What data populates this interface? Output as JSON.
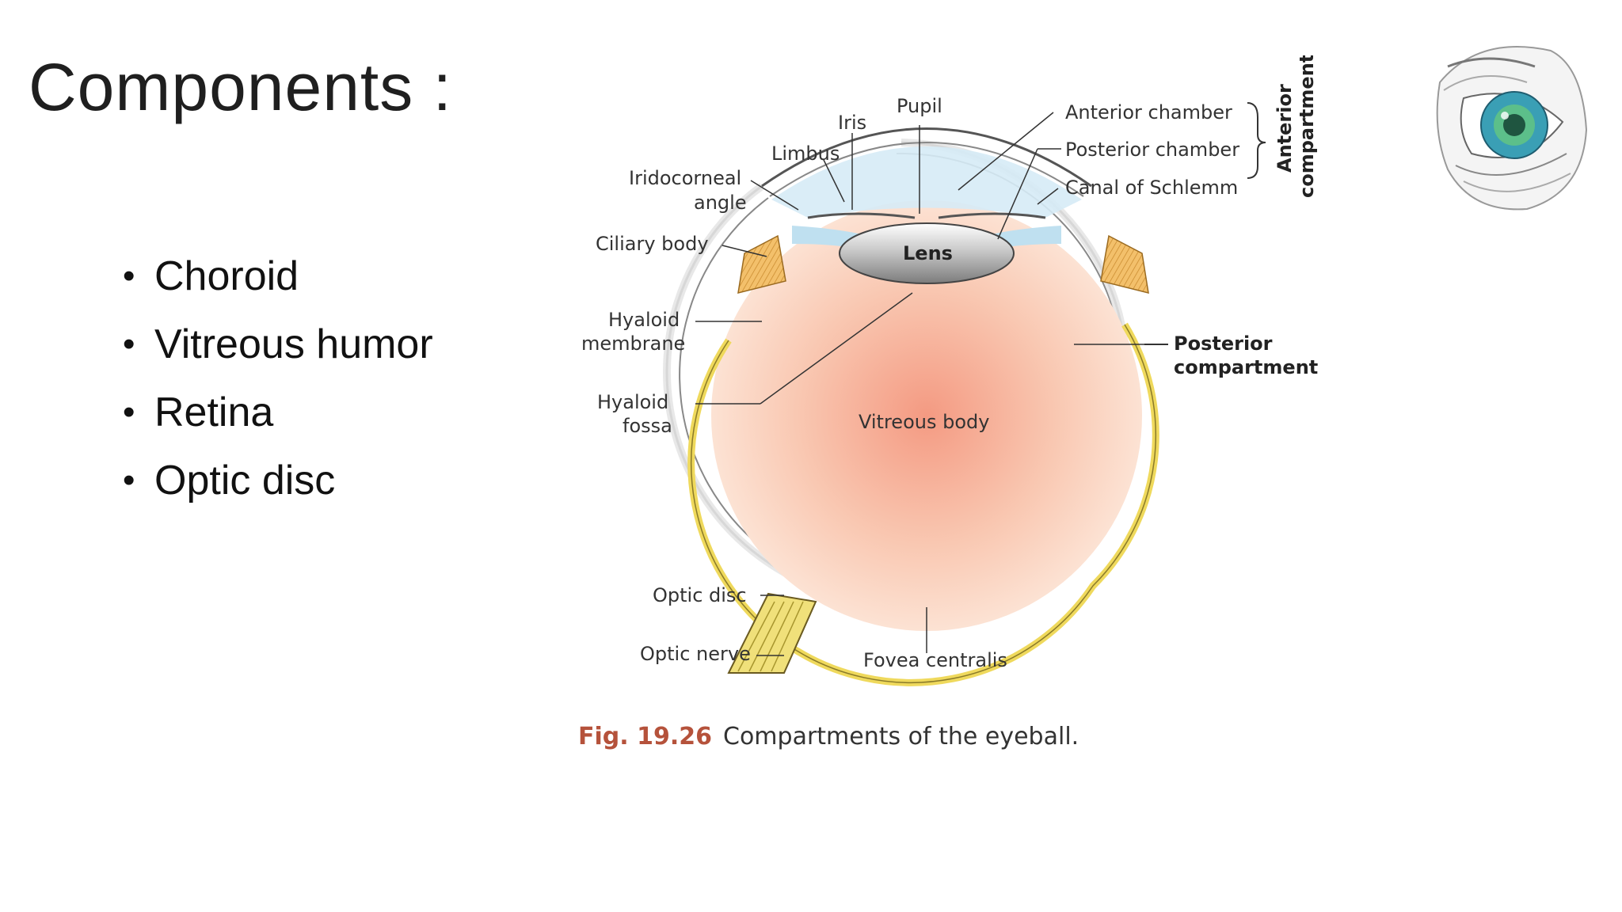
{
  "slide": {
    "title": "Components :",
    "bullets": [
      "Choroid",
      "Vitreous humor",
      "Retina",
      "Optic disc"
    ]
  },
  "figure": {
    "labels": {
      "iris": "Iris",
      "pupil": "Pupil",
      "limbus": "Limbus",
      "iridocorneal_1": "Iridocorneal",
      "iridocorneal_2": "angle",
      "ciliary_body": "Ciliary body",
      "lens": "Lens",
      "hyaloid_membrane_1": "Hyaloid",
      "hyaloid_membrane_2": "membrane",
      "hyaloid_fossa_1": "Hyaloid",
      "hyaloid_fossa_2": "fossa",
      "vitreous_body": "Vitreous body",
      "anterior_chamber": "Anterior chamber",
      "posterior_chamber": "Posterior chamber",
      "canal_of_schlemm": "Canal of Schlemm",
      "anterior_compartment_1": "Anterior",
      "anterior_compartment_2": "compartment",
      "posterior_compartment_1": "Posterior",
      "posterior_compartment_2": "compartment",
      "optic_disc": "Optic disc",
      "optic_nerve": "Optic nerve",
      "fovea_centralis": "Fovea centralis"
    },
    "caption_number": "Fig. 19.26",
    "caption_text": "Compartments of the eyeball."
  },
  "colors": {
    "caption_number": "#b5523b",
    "vitreous_center": "#f4a58c",
    "vitreous_edge": "#fde8da",
    "retina": "#f2e27a",
    "aqueous": "#cfe6f3",
    "ciliary": "#f0b35a"
  }
}
